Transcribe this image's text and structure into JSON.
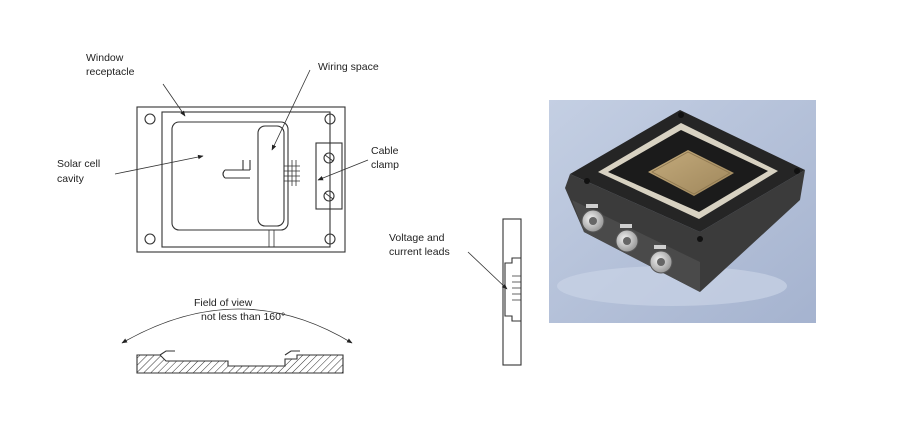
{
  "labels": {
    "window_receptacle": [
      "Window",
      "receptacle"
    ],
    "wiring_space": "Wiring space",
    "solar_cell_cavity": [
      "Solar cell",
      "cavity"
    ],
    "cable_clamp": [
      "Cable",
      "clamp"
    ],
    "field_of_view": [
      "Field of view",
      "not less than 160°"
    ],
    "voltage_current_leads": [
      "Voltage and",
      "current leads"
    ]
  },
  "photo": {
    "colors": {
      "background": "#b7c4dc",
      "housing": "#2a2a2a",
      "frame": "#d8d2c2",
      "cell": "#b59c6e",
      "connector": "#d9d9d9"
    }
  }
}
